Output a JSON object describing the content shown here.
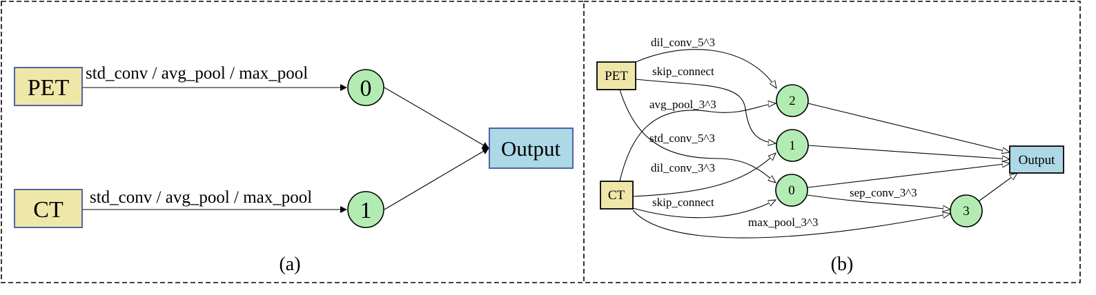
{
  "colors": {
    "input_fill": "#efe6a9",
    "output_fill": "#add8e6",
    "op_fill": "#b3ecb3",
    "border_a": "#3a55a0",
    "border_b": "#000000"
  },
  "panel_a": {
    "caption": "(a)",
    "nodes": {
      "pet": "PET",
      "ct": "CT",
      "n0": "0",
      "n1": "1",
      "output": "Output"
    },
    "edges": {
      "pet_to_0": "std_conv / avg_pool / max_pool",
      "ct_to_1": "std_conv / avg_pool / max_pool"
    }
  },
  "panel_b": {
    "caption": "(b)",
    "nodes": {
      "pet": "PET",
      "ct": "CT",
      "n0": "0",
      "n1": "1",
      "n2": "2",
      "n3": "3",
      "output": "Output"
    },
    "edges": {
      "pet_to_2": "dil_conv_5^3",
      "pet_to_1": "skip_connect",
      "ct_to_2": "avg_pool_3^3",
      "pet_to_0": "std_conv_5^3",
      "ct_to_1": "dil_conv_3^3",
      "ct_to_0": "skip_connect",
      "n0_to_3": "sep_conv_3^3",
      "ct_to_3": "max_pool_3^3"
    }
  }
}
